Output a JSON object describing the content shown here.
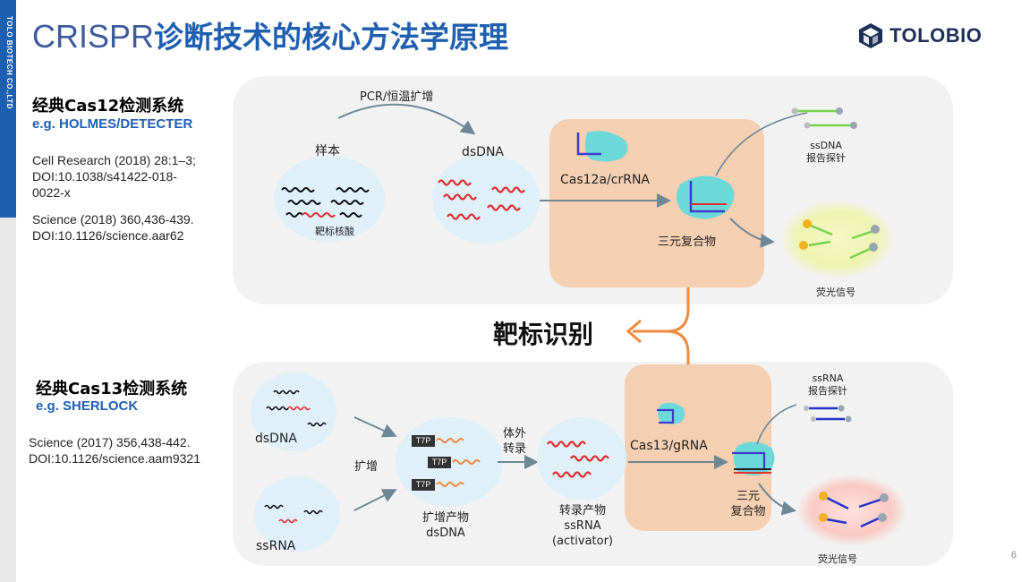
{
  "sidebar": {
    "company": "TOLO BIOTECH CO.,LTD"
  },
  "title": {
    "latin": "CRISPR",
    "cjk": "诊断技术的核心方法学原理"
  },
  "logo": {
    "text": "TOLOBIO",
    "color": "#1e2f57"
  },
  "colors": {
    "brand_blue": "#1f5fb0",
    "panel_bg": "#f2f2f2",
    "reaction_bg": "#f5cfb1",
    "arrow_orange": "#f08a3c",
    "rna_red": "#e03030",
    "ssrna_blue": "#2432c8"
  },
  "cas12": {
    "title": "经典Cas12检测系统",
    "example": "e.g. HOLMES/DETECTER",
    "refs": [
      "Cell Research (2018) 28:1–3;",
      "DOI:10.1038/s41422-018-",
      "0022-x",
      "Science (2018) 360,436-439.",
      "DOI:10.1126/science.aar62"
    ],
    "labels": {
      "pcr": "PCR/恒温扩增",
      "sample": "样本",
      "dsdna": "dsDNA",
      "target": "靶标核酸",
      "complex_name": "Cas12a/crRNA",
      "ternary": "三元复合物",
      "probe_line1": "ssDNA",
      "probe_line2": "报告探针",
      "fluor": "荧光信号"
    }
  },
  "center": {
    "label": "靶标识别"
  },
  "cas13": {
    "title": "经典Cas13检测系统",
    "example": "e.g. SHERLOCK",
    "refs": [
      "Science (2017) 356,438-442.",
      "DOI:10.1126/science.aam9321"
    ],
    "labels": {
      "dsdna": "dsDNA",
      "ssrna": "ssRNA",
      "amplify": "扩增",
      "t7p": "T7P",
      "product_line1": "扩增产物",
      "product_line2": "dsDNA",
      "ivt_line1": "体外",
      "ivt_line2": "转录",
      "transcript_line1": "转录产物",
      "transcript_line2": "ssRNA",
      "transcript_line3": "(activator)",
      "complex_name": "Cas13/gRNA",
      "ternary_line1": "三元",
      "ternary_line2": "复合物",
      "probe_line1": "ssRNA",
      "probe_line2": "报告探针",
      "fluor": "荧光信号"
    }
  },
  "page_number": "6"
}
